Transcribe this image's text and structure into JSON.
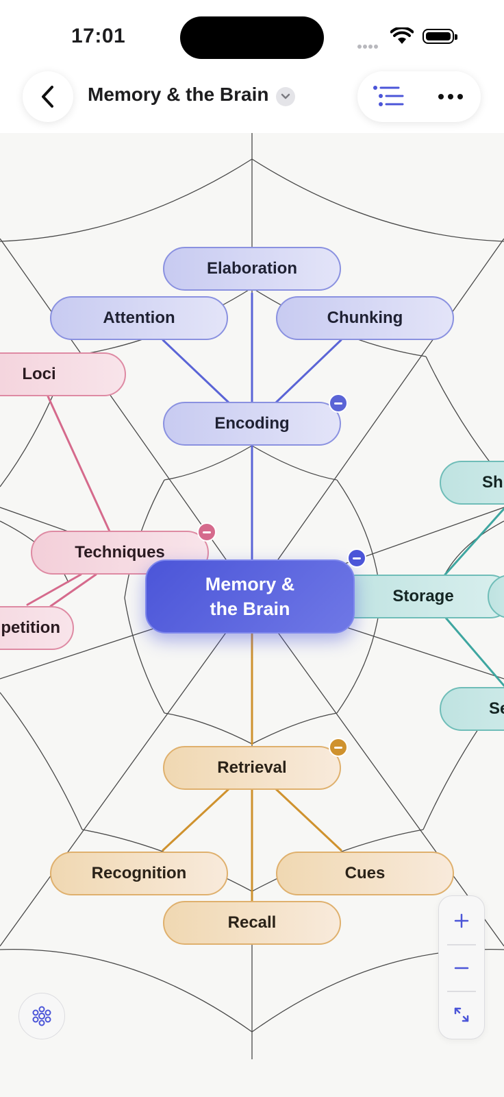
{
  "status": {
    "time": "17:01"
  },
  "header": {
    "title": "Memory & the Brain"
  },
  "map": {
    "root": {
      "line1": "Memory &",
      "line2": "the Brain"
    },
    "encoding": {
      "label": "Encoding",
      "children": [
        "Elaboration",
        "Attention",
        "Chunking"
      ]
    },
    "techniques": {
      "label": "Techniques",
      "children": [
        "Loci",
        "petition"
      ]
    },
    "storage": {
      "label": "Storage",
      "children": [
        "Sh",
        "Se"
      ]
    },
    "retrieval": {
      "label": "Retrieval",
      "children": [
        "Recognition",
        "Cues",
        "Recall"
      ]
    }
  },
  "colors": {
    "encoding": "#5a64d6",
    "techniques": "#d56a8c",
    "storage": "#3ea6a0",
    "retrieval": "#cf922e",
    "root": "#4b55d8"
  },
  "icons": {
    "back": "chevron-left-icon",
    "title_menu": "chevron-down-icon",
    "outline": "outline-list-icon",
    "more": "ellipsis-icon",
    "zoom_in": "plus-icon",
    "zoom_out": "minus-icon",
    "fit": "expand-arrows-icon",
    "layout": "flower-layout-icon"
  }
}
